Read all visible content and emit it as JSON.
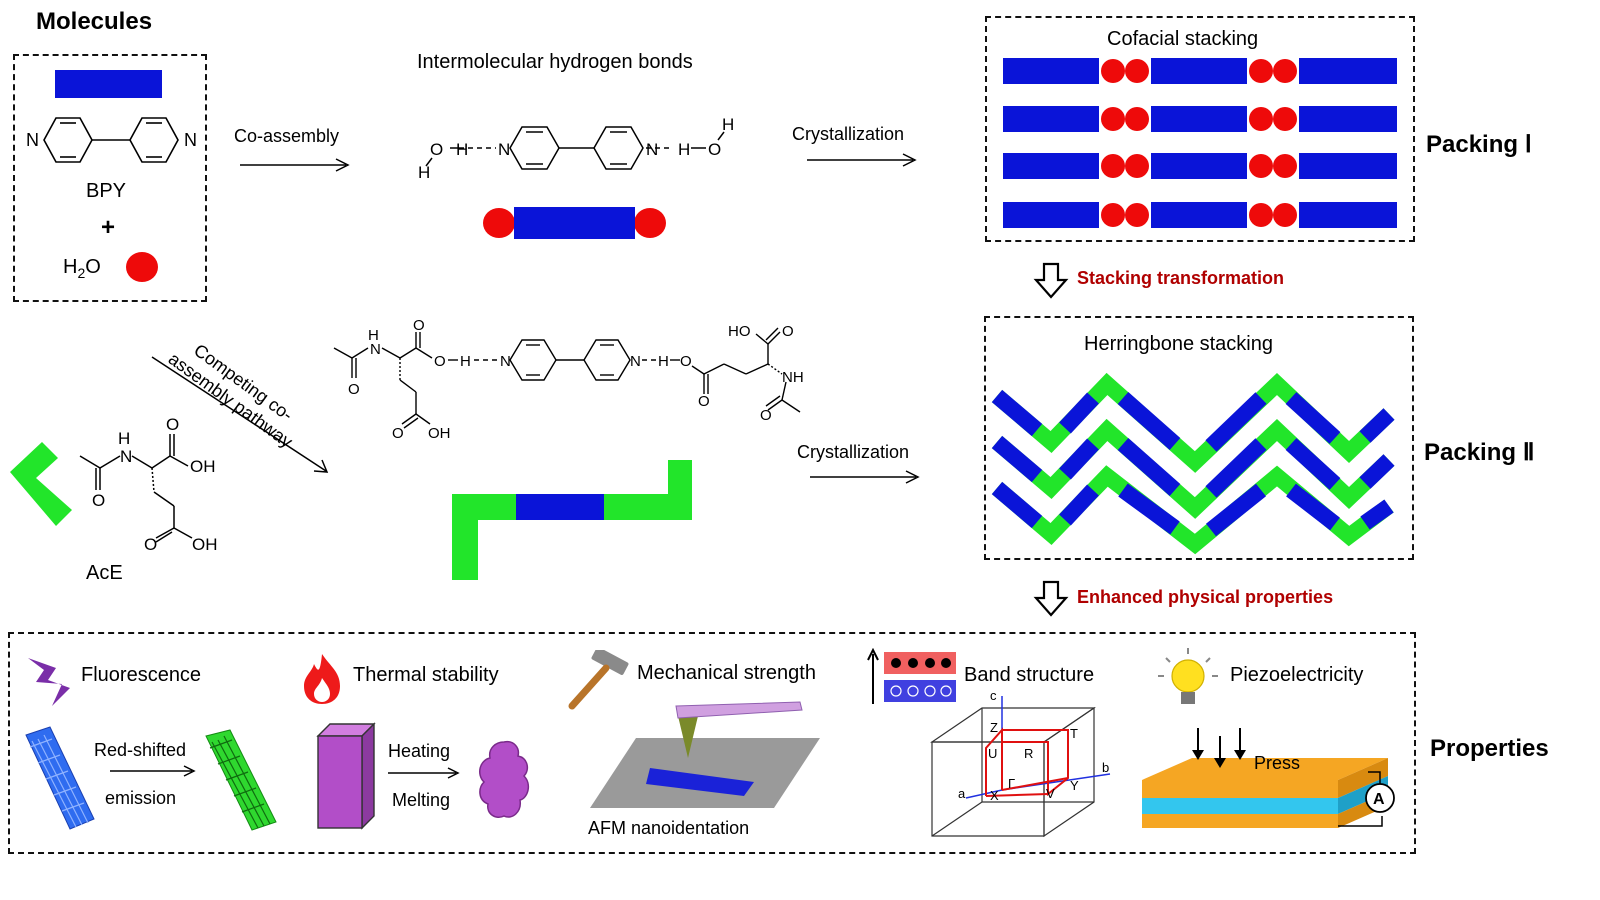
{
  "molecules": {
    "title": "Molecules",
    "bpy_n_left": "N",
    "bpy_n_right": "N",
    "bpy_label": "BPY",
    "plus": "+",
    "h2o_label": "H",
    "h2o_sub": "2",
    "h2o_o": "O",
    "ace_label": "AcE"
  },
  "pathways": {
    "coassembly": "Co-assembly",
    "hbond_title": "Intermolecular hydrogen bonds",
    "crystallization_1": "Crystallization",
    "crystallization_2": "Crystallization",
    "competing": [
      "Competing co-",
      "assembly pathway"
    ]
  },
  "packing1": {
    "title": "Cofacial stacking",
    "label": "Packing Ⅰ"
  },
  "transformation": "Stacking transformation",
  "packing2": {
    "title": "Herringbone stacking",
    "label": "Packing Ⅱ"
  },
  "enhanced": "Enhanced physical properties",
  "properties": {
    "label": "Properties",
    "fluorescence": "Fluorescence",
    "red_shifted": "Red-shifted",
    "emission": "emission",
    "thermal": "Thermal stability",
    "heating": "Heating",
    "melting": "Melting",
    "mechanical": "Mechanical strength",
    "afm": "AFM nanoidentation",
    "band": "Band structure",
    "band_points": [
      "c",
      "Z",
      "T",
      "U",
      "R",
      "Γ",
      "b",
      "a",
      "X",
      "V",
      "Y"
    ],
    "piezo": "Piezoelectricity",
    "press": "Press",
    "ammeter": "A"
  },
  "chem": {
    "h_o_left": [
      "H",
      "O",
      "H"
    ],
    "h_o_right": [
      "H",
      "O",
      "H"
    ],
    "hn": "H",
    "n": "N",
    "o": "O",
    "oh": "OH",
    "ho": "HO",
    "nh": "NH"
  },
  "colors": {
    "blue": "#0a14d8",
    "red": "#ee0a0a",
    "green": "#22e52a",
    "purple": "#b24ec8",
    "orange": "#f5a623",
    "cyan": "#33c6ee"
  }
}
